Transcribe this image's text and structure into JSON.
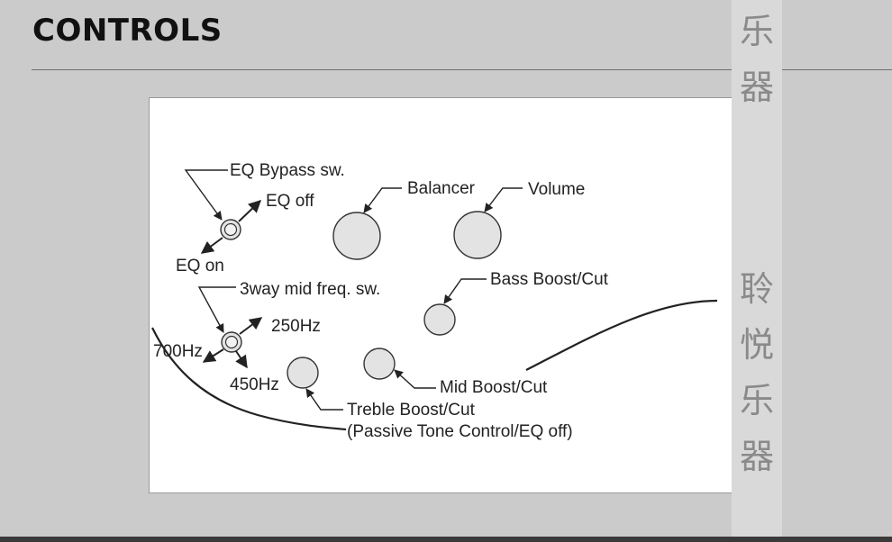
{
  "header": {
    "title": "CONTROLS"
  },
  "watermark": {
    "chars": [
      "乐",
      "器",
      "聆",
      "悦",
      "乐",
      "器"
    ]
  },
  "diagram": {
    "labels": {
      "eq_bypass": "EQ Bypass sw.",
      "eq_off": "EQ off",
      "eq_on": "EQ on",
      "balancer": "Balancer",
      "volume": "Volume",
      "mid_freq": "3way mid freq. sw.",
      "hz250": "250Hz",
      "hz700": "700Hz",
      "hz450": "450Hz",
      "bass": "Bass Boost/Cut",
      "mid": "Mid Boost/Cut",
      "treble": "Treble Boost/Cut",
      "passive": "(Passive Tone Control/EQ off)"
    }
  }
}
